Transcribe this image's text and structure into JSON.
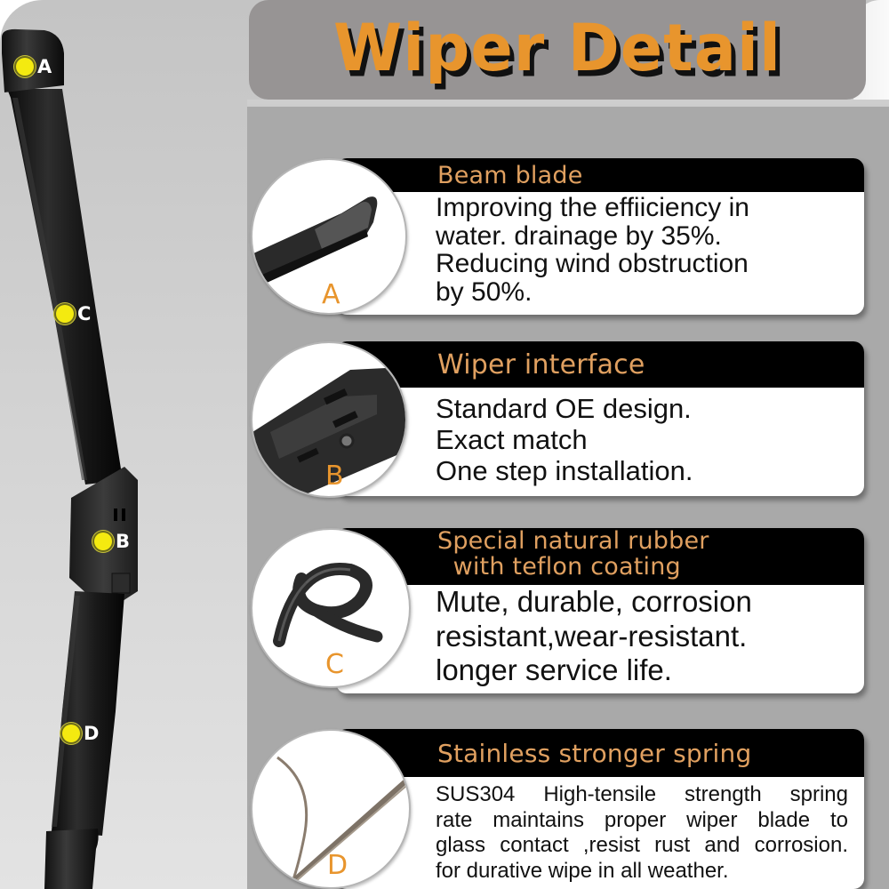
{
  "title": "Wiper Detail",
  "colors": {
    "title_text": "#e8952d",
    "title_shadow": "#111111",
    "title_banner": "#979494",
    "card_header_bg": "#000000",
    "card_title_text": "#e0a060",
    "card_body_bg": "#ffffff",
    "marker_dot": "#f4ea10",
    "photo_letter": "#e8952d",
    "panel_bg": "#a9a9a9"
  },
  "blade_markers": [
    {
      "label": "A"
    },
    {
      "label": "C"
    },
    {
      "label": "B"
    },
    {
      "label": "D"
    }
  ],
  "features": [
    {
      "letter": "A",
      "title": "Beam blade",
      "lines": [
        "Improving the effiiciency in",
        "water. drainage by 35%.",
        "Reducing wind obstruction",
        "by 50%."
      ]
    },
    {
      "letter": "B",
      "title": "Wiper interface",
      "lines": [
        "Standard OE design.",
        "Exact match",
        "One step installation."
      ]
    },
    {
      "letter": "C",
      "title": "Special natural rubber\n  with teflon coating",
      "lines": [
        "Mute, durable, corrosion",
        "resistant,wear-resistant.",
        "longer service life."
      ]
    },
    {
      "letter": "D",
      "title": "Stainless stronger spring",
      "lines": [
        "SUS304 High-tensile strength spring",
        "rate maintains proper wiper blade to",
        "glass contact ,resist rust and corrosion.",
        "for durative wipe in all weather."
      ]
    }
  ]
}
